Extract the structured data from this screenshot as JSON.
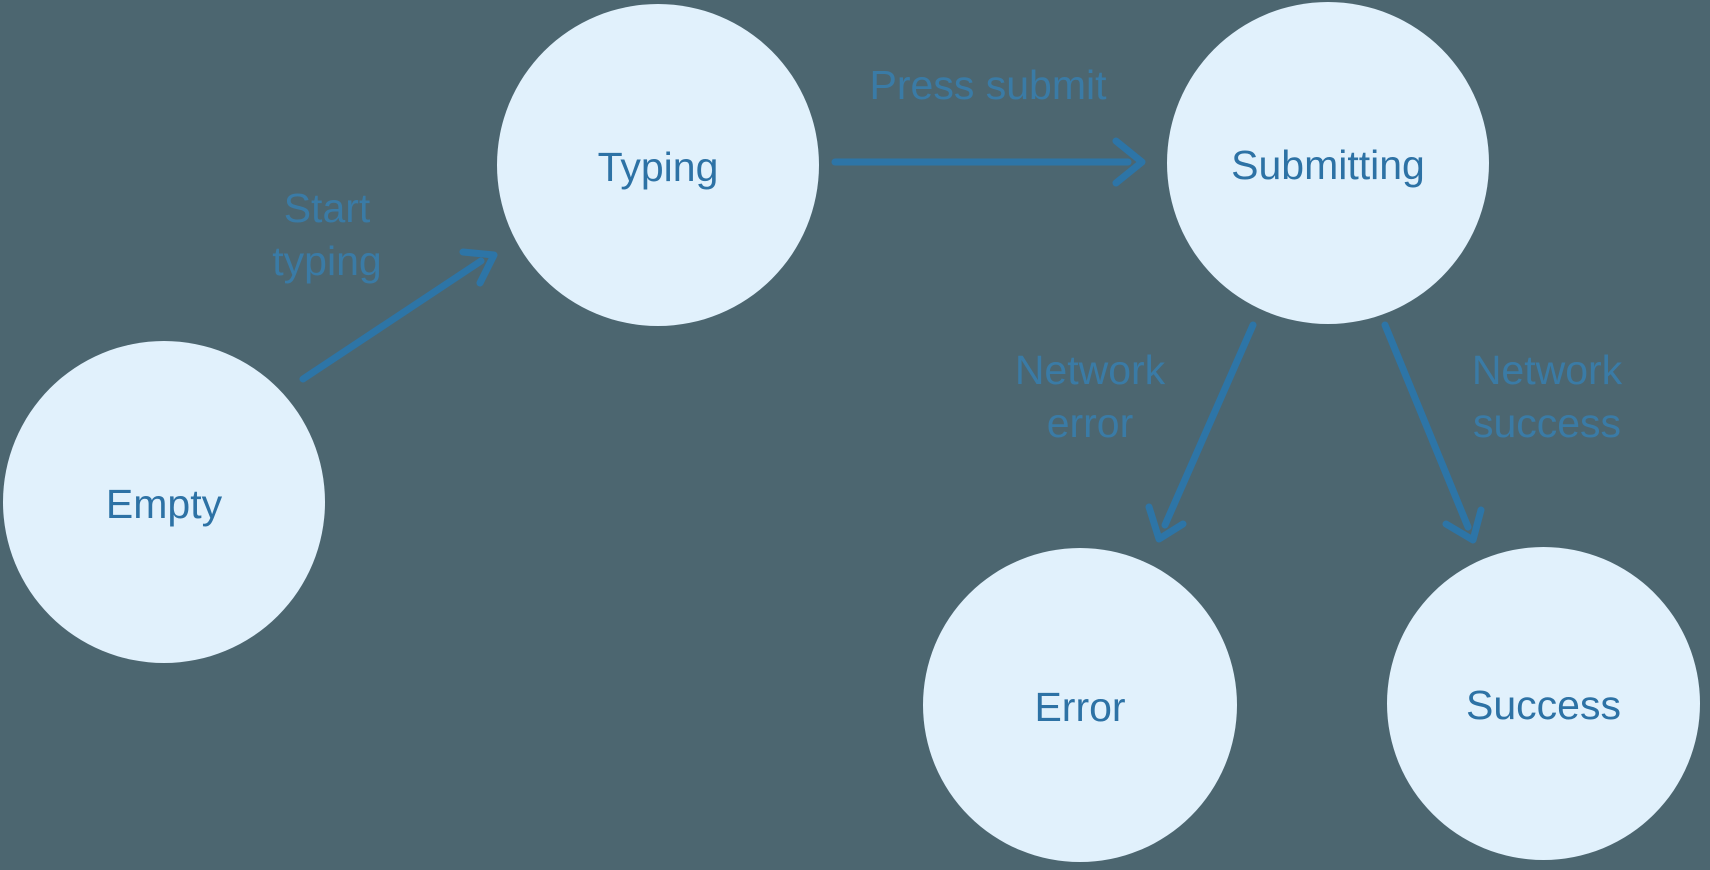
{
  "diagram": {
    "type": "state-machine",
    "colors": {
      "background": "#4c6670",
      "node_fill": "#e1f1fc",
      "node_text": "#2d72a5",
      "edge_stroke": "#2d75a7",
      "edge_label_text": "#3a7ba6"
    },
    "nodes": [
      {
        "id": "empty",
        "label": "Empty"
      },
      {
        "id": "typing",
        "label": "Typing"
      },
      {
        "id": "submitting",
        "label": "Submitting"
      },
      {
        "id": "error",
        "label": "Error"
      },
      {
        "id": "success",
        "label": "Success"
      }
    ],
    "edges": [
      {
        "from": "empty",
        "to": "typing",
        "label": "Start typing",
        "label_lines": [
          "Start",
          "typing"
        ]
      },
      {
        "from": "typing",
        "to": "submitting",
        "label": "Press submit",
        "label_lines": [
          "Press submit"
        ]
      },
      {
        "from": "submitting",
        "to": "error",
        "label": "Network error",
        "label_lines": [
          "Network",
          "error"
        ]
      },
      {
        "from": "submitting",
        "to": "success",
        "label": "Network success",
        "label_lines": [
          "Network",
          "success"
        ]
      }
    ]
  }
}
